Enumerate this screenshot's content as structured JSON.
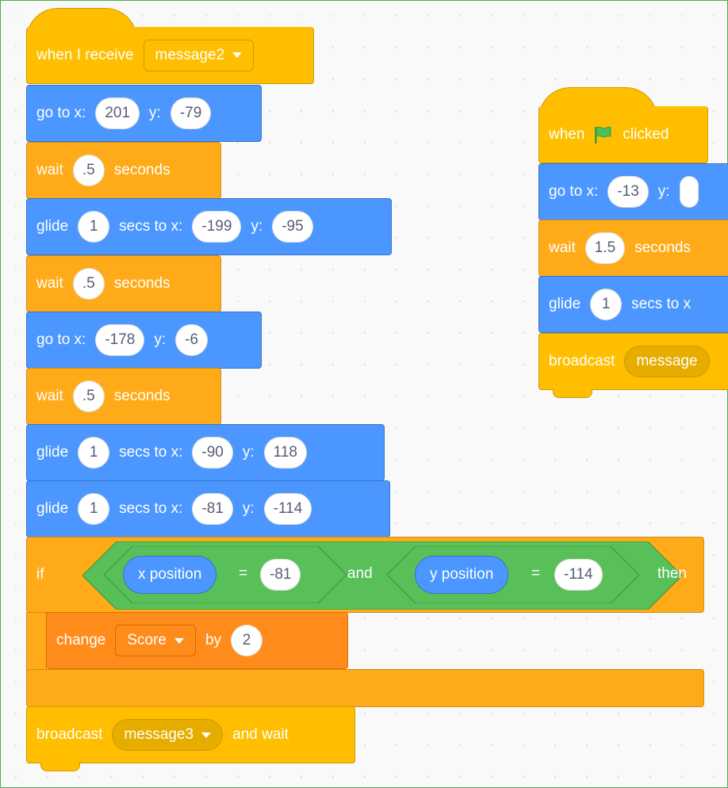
{
  "colors": {
    "events": "#ffbf00",
    "motion": "#4c97ff",
    "control": "#ffab19",
    "variables": "#ff8c1a",
    "operators": "#59c059"
  },
  "script1": {
    "hat": {
      "text": "when I receive",
      "message": "message2"
    },
    "goto1": {
      "label": "go to x:",
      "x": "201",
      "y_label": "y:",
      "y": "-79"
    },
    "wait1": {
      "label": "wait",
      "value": ".5",
      "unit": "seconds"
    },
    "glide1": {
      "label": "glide",
      "secs": "1",
      "mid": "secs to x:",
      "x": "-199",
      "y_label": "y:",
      "y": "-95"
    },
    "wait2": {
      "label": "wait",
      "value": ".5",
      "unit": "seconds"
    },
    "goto2": {
      "label": "go to x:",
      "x": "-178",
      "y_label": "y:",
      "y": "-6"
    },
    "wait3": {
      "label": "wait",
      "value": ".5",
      "unit": "seconds"
    },
    "glide2": {
      "label": "glide",
      "secs": "1",
      "mid": "secs to x:",
      "x": "-90",
      "y_label": "y:",
      "y": "118"
    },
    "glide3": {
      "label": "glide",
      "secs": "1",
      "mid": "secs to x:",
      "x": "-81",
      "y_label": "y:",
      "y": "-114"
    },
    "if": {
      "label": "if",
      "then": "then",
      "and": "and",
      "left": {
        "reporter": "x position",
        "op": "=",
        "value": "-81"
      },
      "right": {
        "reporter": "y position",
        "op": "=",
        "value": "-114"
      }
    },
    "change": {
      "label": "change",
      "variable": "Score",
      "by": "by",
      "value": "2"
    },
    "broadcast": {
      "label": "broadcast",
      "message": "message3",
      "suffix": "and wait"
    }
  },
  "script2": {
    "hat": {
      "when": "when",
      "clicked": "clicked"
    },
    "goto": {
      "label": "go to x:",
      "x": "-13",
      "y_label": "y:"
    },
    "wait": {
      "label": "wait",
      "value": "1.5",
      "unit": "seconds"
    },
    "glide": {
      "label": "glide",
      "secs": "1",
      "mid": "secs to x"
    },
    "broadcast": {
      "label": "broadcast",
      "message": "message"
    }
  }
}
